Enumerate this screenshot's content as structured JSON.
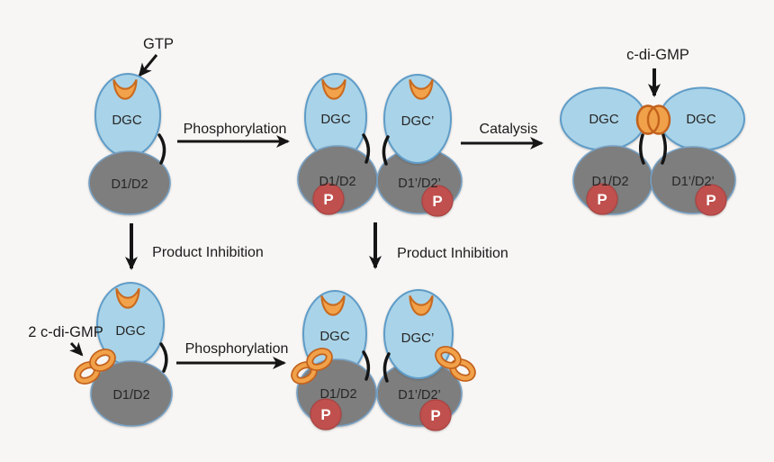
{
  "figure": {
    "background": "#f7f6f4",
    "colors": {
      "dgc_domain_fill": "#a9d3e8",
      "dgc_domain_stroke": "#5f9cc8",
      "receiver_domain_fill": "#7e7e7e",
      "receiver_domain_stroke": "#76a0c4",
      "gtp_ligand_fill": "#f2a24a",
      "gtp_ligand_stroke": "#c96a1e",
      "phospho_fill": "#c0504d",
      "arrow_color": "#151515"
    }
  },
  "annotations": {
    "gtp": "GTP",
    "c_di_gmp": "c-di-GMP",
    "two_c_di_gmp": "2 c-di-GMP"
  },
  "arrows": {
    "phosphorylation_top": "Phosphorylation",
    "catalysis": "Catalysis",
    "product_inhibition_left": "Product Inhibition",
    "product_inhibition_right": "Product Inhibition",
    "phosphorylation_bottom": "Phosphorylation"
  },
  "complexes": {
    "apo": {
      "dgc": "DGC",
      "d1d2": "D1/D2"
    },
    "phosphorylated_dimer": {
      "dgc": "DGC",
      "dgc_prime": "DGC’",
      "d1d2": "D1/D2",
      "d1d2_prime": "D1’/D2’",
      "p_left": "P",
      "p_right": "P"
    },
    "catalytic_dimer": {
      "dgc_left": "DGC",
      "dgc_right": "DGC",
      "d1d2": "D1/D2",
      "d1d2_prime": "D1’/D2’",
      "p_left": "P",
      "p_right": "P"
    },
    "inhibited_monomer": {
      "dgc": "DGC",
      "d1d2": "D1/D2"
    },
    "inhibited_dimer": {
      "dgc": "DGC",
      "dgc_prime": "DGC’",
      "d1d2": "D1/D2",
      "d1d2_prime": "D1’/D2’",
      "p_left": "P",
      "p_right": "P"
    }
  }
}
